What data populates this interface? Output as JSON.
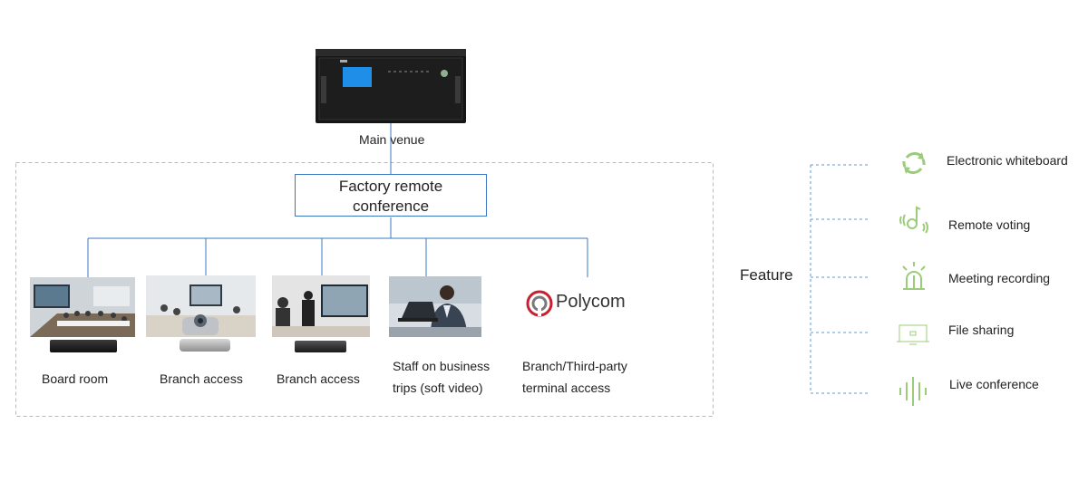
{
  "main_venue": {
    "label": "Main venue"
  },
  "center_box": {
    "line1": "Factory remote",
    "line2": "conference"
  },
  "endpoints": [
    {
      "label": "Board room"
    },
    {
      "label": "Branch access"
    },
    {
      "label": "Branch access"
    },
    {
      "label_line1": "Staff on business",
      "label_line2": "trips (soft video)"
    },
    {
      "label_line1": "Branch/Third-party",
      "label_line2": "terminal access",
      "logo_text": "Polycom"
    }
  ],
  "feature": {
    "title": "Feature",
    "items": [
      {
        "label": "Electronic whiteboard",
        "icon": "refresh-cycle-icon"
      },
      {
        "label": "Remote voting",
        "icon": "voting-signal-icon"
      },
      {
        "label": "Meeting recording",
        "icon": "alarm-light-icon"
      },
      {
        "label": "File sharing",
        "icon": "monitor-share-icon"
      },
      {
        "label": "Live conference",
        "icon": "sound-wave-icon"
      }
    ]
  },
  "colors": {
    "line": "#3a78c3",
    "dashed_box": "#b9b9b9",
    "feature_dash": "#6a97c9",
    "icon_green": "#9ccc7a",
    "rack": "#1a1a1a",
    "rack_screen": "#1e8ee8"
  }
}
